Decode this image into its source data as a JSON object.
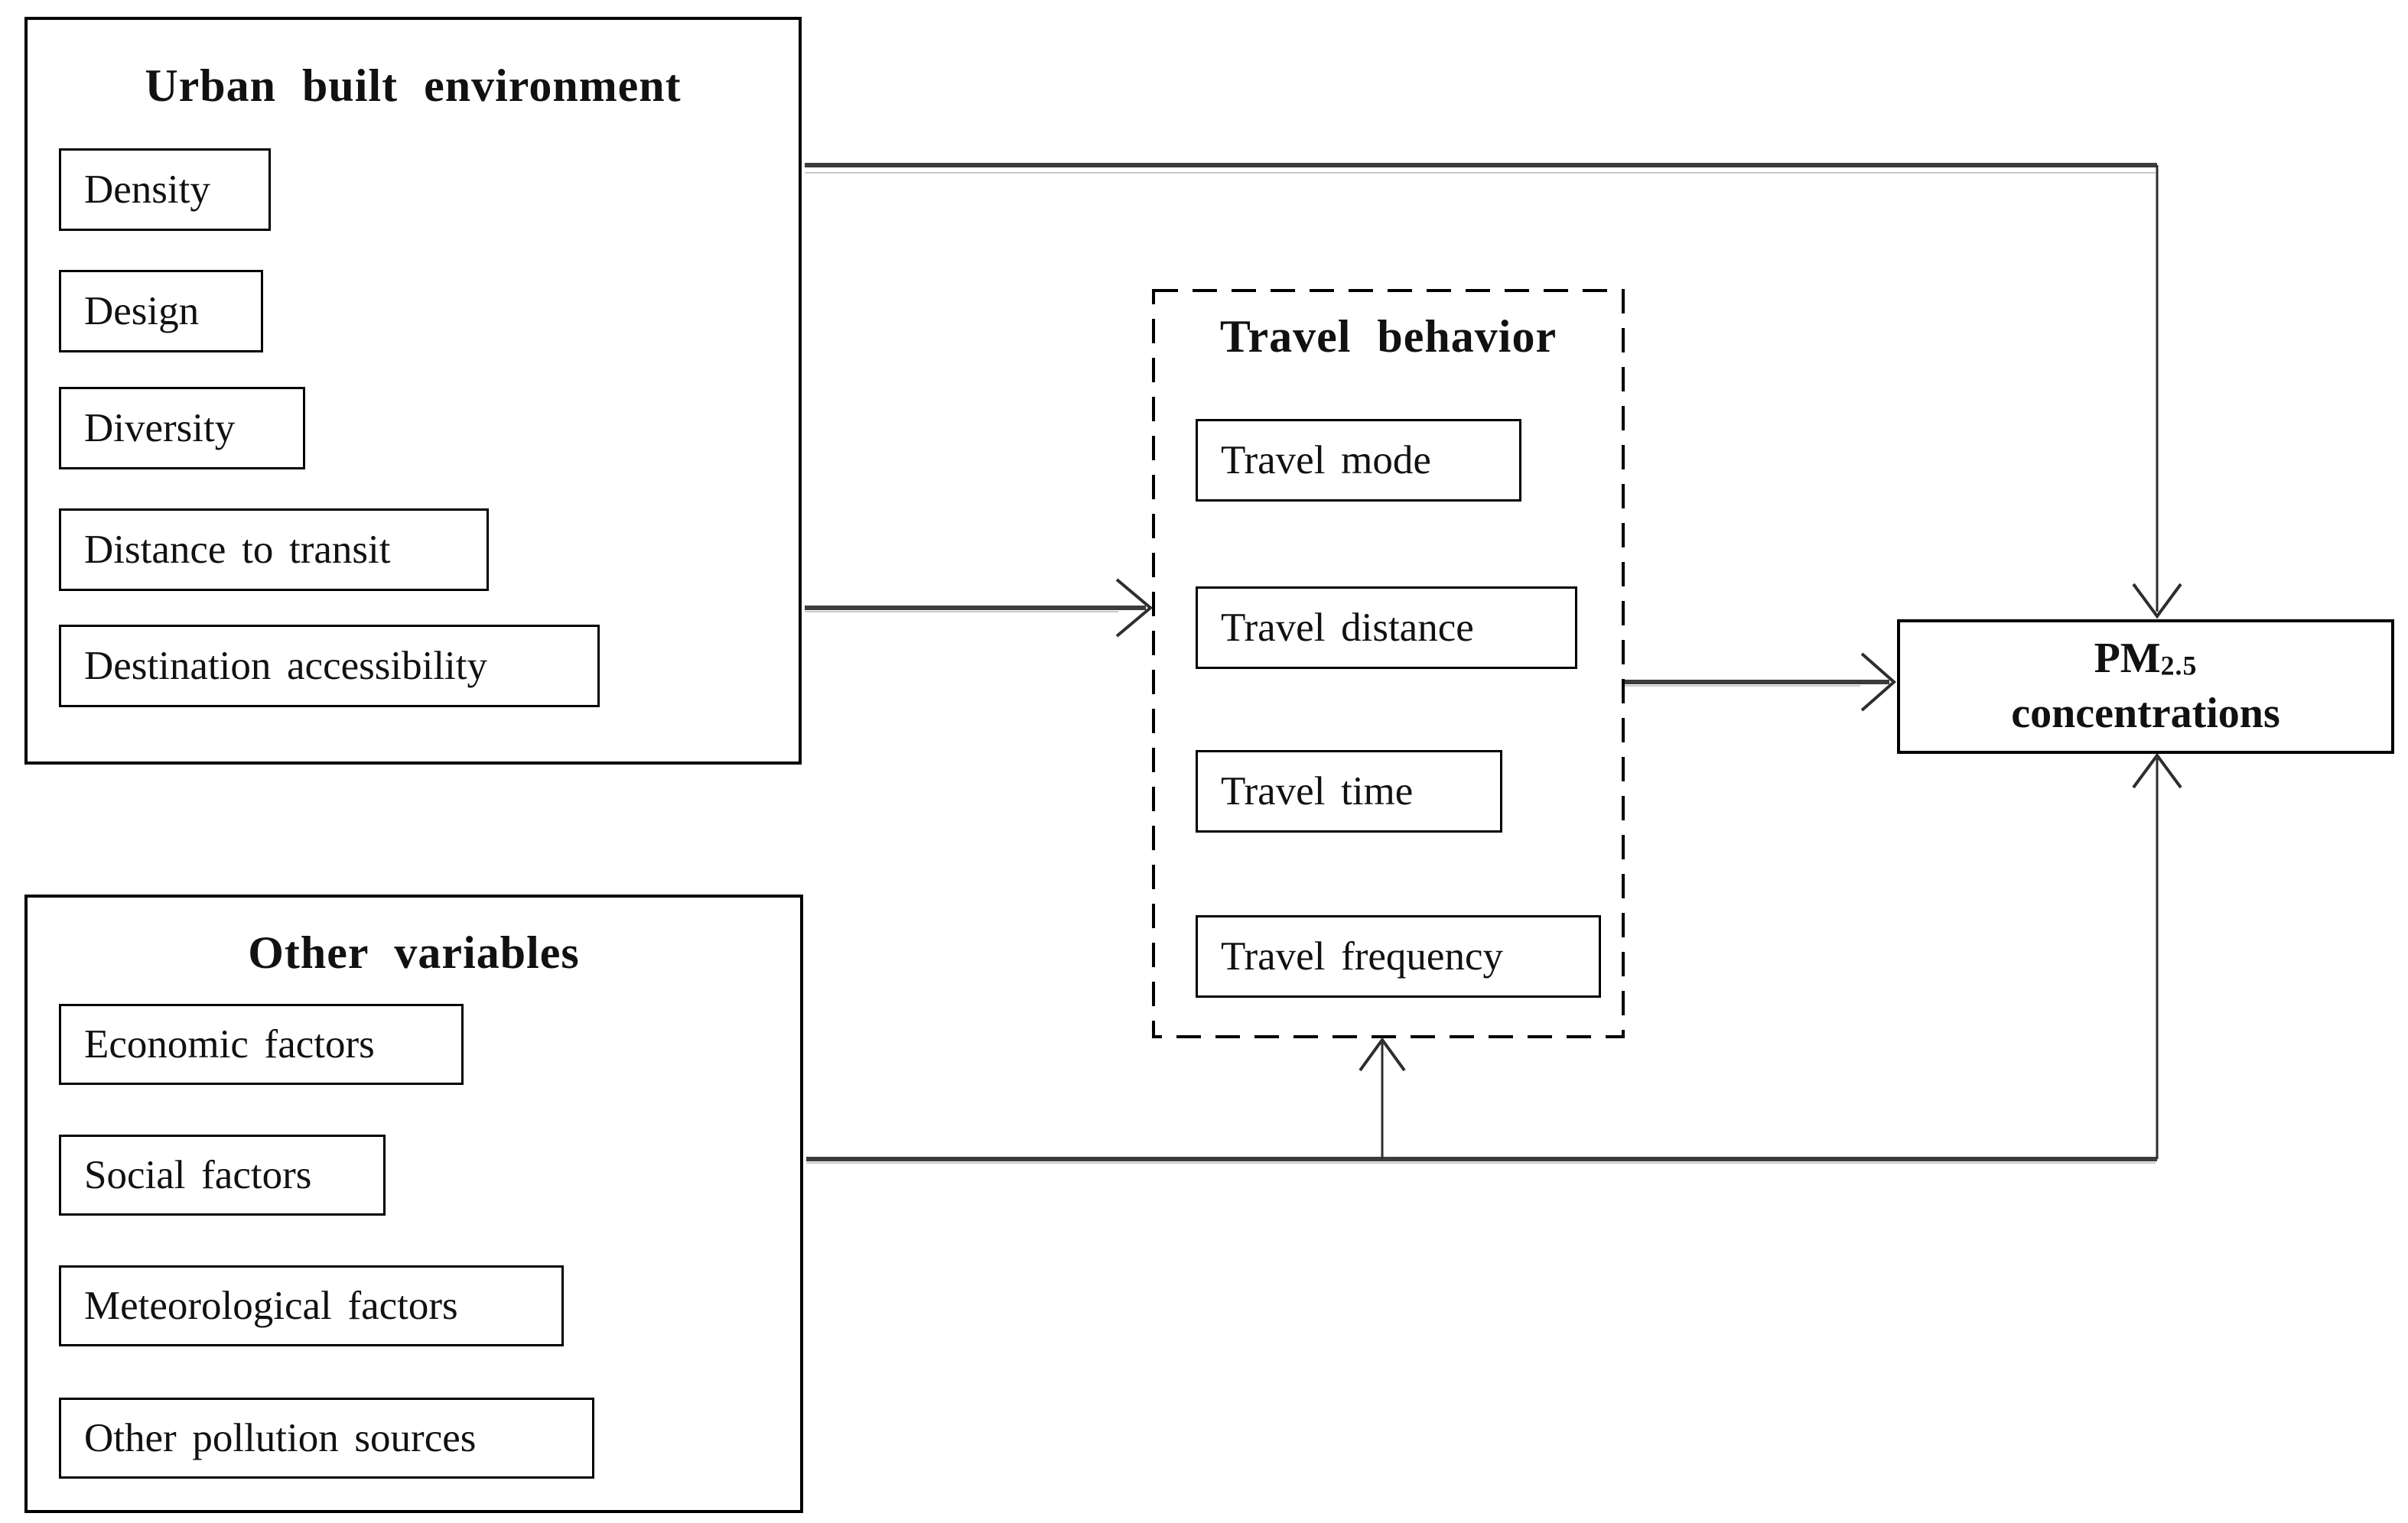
{
  "boxes": {
    "urban": {
      "title": "Urban built environment",
      "items": [
        "Density",
        "Design",
        "Diversity",
        "Distance to transit",
        "Destination accessibility"
      ]
    },
    "travel": {
      "title": "Travel behavior",
      "items": [
        "Travel mode",
        "Travel distance",
        "Travel time",
        "Travel frequency"
      ]
    },
    "other": {
      "title": "Other variables",
      "items": [
        "Economic factors",
        "Social factors",
        "Meteorological factors",
        "Other pollution sources"
      ]
    },
    "outcome": {
      "text_main": "PM",
      "text_subscript": "2.5",
      "text_line2": "concentrations"
    }
  },
  "colors": {
    "border": "#000000",
    "connector": "#3c3c3c",
    "text": "#111111",
    "background": "#ffffff"
  }
}
